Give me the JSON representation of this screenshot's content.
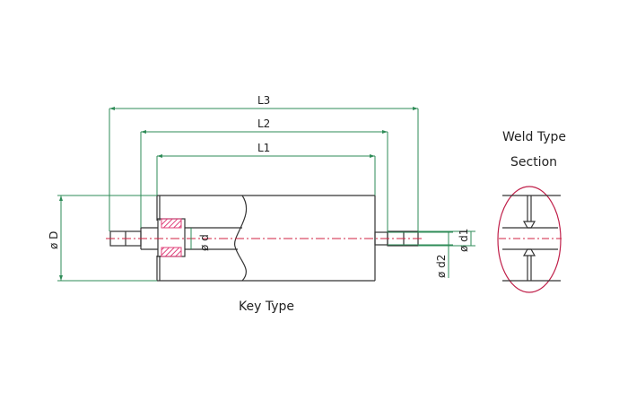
{
  "dimensions": {
    "L3": "L3",
    "L2": "L2",
    "L1": "L1",
    "D": "ø D",
    "d": "ø d",
    "d1": "ø d1",
    "d2": "ø d2"
  },
  "captions": {
    "key_type": "Key Type",
    "weld_line1": "Weld Type",
    "weld_line2": "Section"
  },
  "colors": {
    "dimension": "#2e8b57",
    "outline": "#333333",
    "centerline": "#d02040",
    "key": "#e0407a",
    "section_circle": "#c0204a"
  }
}
